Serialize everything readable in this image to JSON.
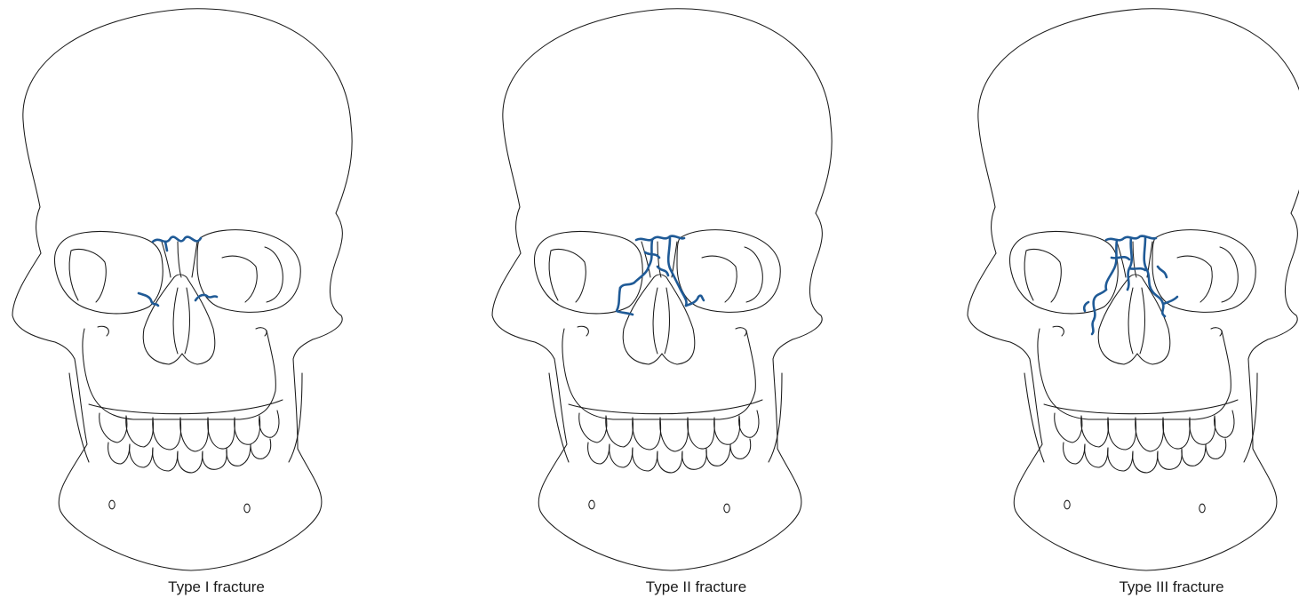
{
  "figure": {
    "fracture_color": "#1f5a96",
    "panels": [
      {
        "id": "type-1",
        "caption": "Type I fracture"
      },
      {
        "id": "type-2",
        "caption": "Type II fracture"
      },
      {
        "id": "type-3",
        "caption": "Type III fracture"
      }
    ]
  }
}
